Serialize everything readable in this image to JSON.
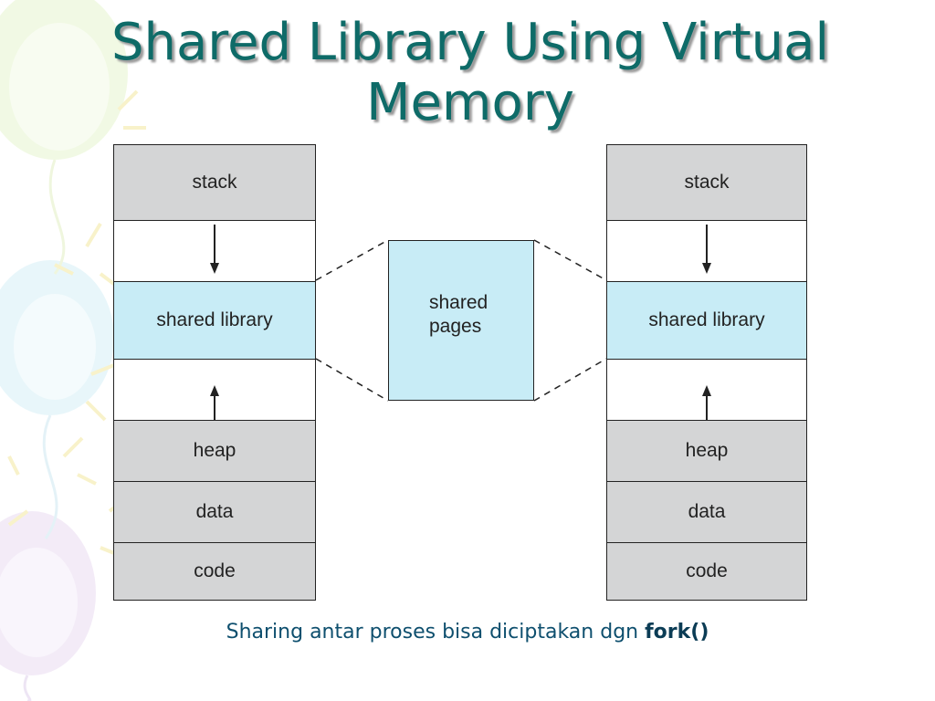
{
  "title": {
    "line1": "Shared Library Using Virtual",
    "line2": "Memory"
  },
  "left_process": {
    "segments": [
      "stack",
      "",
      "shared library",
      "",
      "heap",
      "data",
      "code"
    ]
  },
  "right_process": {
    "segments": [
      "stack",
      "",
      "shared library",
      "",
      "heap",
      "data",
      "code"
    ]
  },
  "shared_pages": {
    "line1": "shared",
    "line2": "pages"
  },
  "caption": {
    "text": "Sharing antar proses bisa diciptakan dgn ",
    "emphasis": "fork()"
  },
  "colors": {
    "title": "#0e6b68",
    "segment_gray": "#d4d5d6",
    "segment_blue": "#c8ecf6",
    "caption": "#0e4f6e"
  },
  "icons": [
    "arrow-down-icon",
    "arrow-up-icon",
    "balloon-decoration"
  ]
}
